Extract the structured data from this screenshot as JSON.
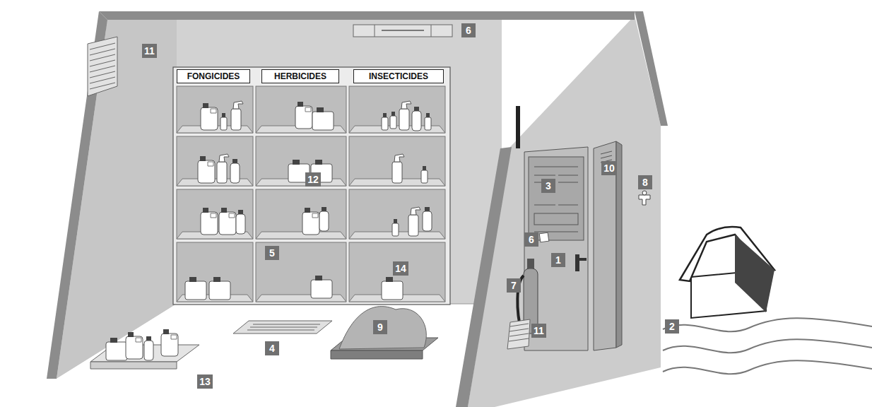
{
  "diagram": {
    "nodes": [
      {
        "text": [
          "FONGICIDES"
        ]
      },
      {
        "text": [
          "HERBICIDES"
        ]
      },
      {
        "text": [
          "INSECTICIDES"
        ]
      }
    ],
    "labels": [
      "6",
      "11",
      "10",
      "12",
      "3",
      "8",
      "5",
      "6",
      "1",
      "14",
      "7",
      "9",
      "2",
      "11",
      "4",
      "13"
    ]
  }
}
